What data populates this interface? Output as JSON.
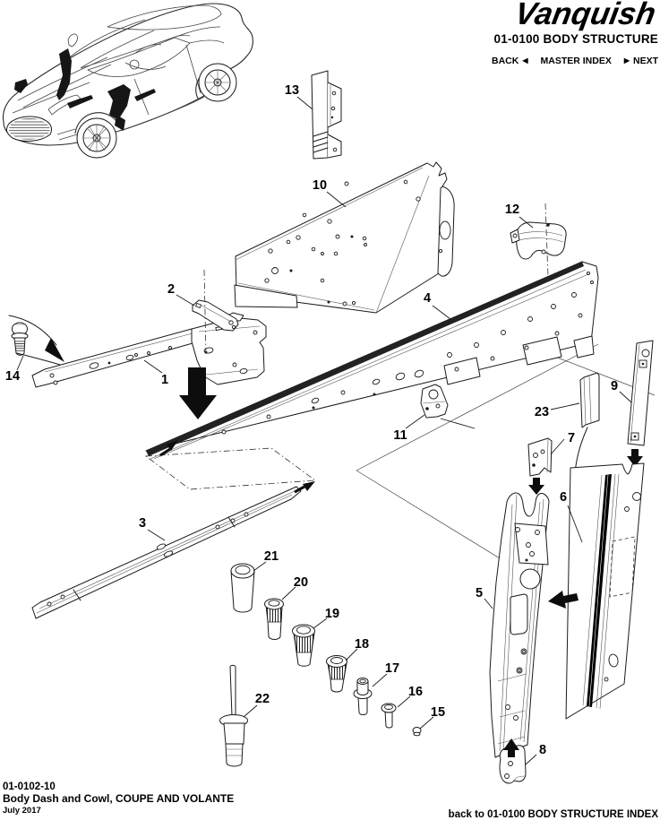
{
  "page": {
    "background": "#ffffff",
    "ink": "#000000"
  },
  "header": {
    "logo_text": "Vanquish",
    "section_title": "01-0100 BODY STRUCTURE",
    "nav": {
      "back_label": "BACK",
      "back_icon": "◀",
      "master_index_label": "MASTER INDEX",
      "next_icon": "▶",
      "next_label": "NEXT"
    }
  },
  "diagram": {
    "callouts": [
      {
        "number": "1"
      },
      {
        "number": "2"
      },
      {
        "number": "3"
      },
      {
        "number": "4"
      },
      {
        "number": "5"
      },
      {
        "number": "6"
      },
      {
        "number": "7"
      },
      {
        "number": "8"
      },
      {
        "number": "9"
      },
      {
        "number": "10"
      },
      {
        "number": "11"
      },
      {
        "number": "12"
      },
      {
        "number": "13"
      },
      {
        "number": "14"
      },
      {
        "number": "15"
      },
      {
        "number": "16"
      },
      {
        "number": "17"
      },
      {
        "number": "18"
      },
      {
        "number": "19"
      },
      {
        "number": "20"
      },
      {
        "number": "21"
      },
      {
        "number": "22"
      },
      {
        "number": "23"
      }
    ]
  },
  "footer": {
    "doc_number": "01-0102-10",
    "doc_title": "Body Dash and Cowl, COUPE AND VOLANTE",
    "doc_date": "July 2017",
    "back_link_text": "back to 01-0100 BODY STRUCTURE INDEX"
  }
}
